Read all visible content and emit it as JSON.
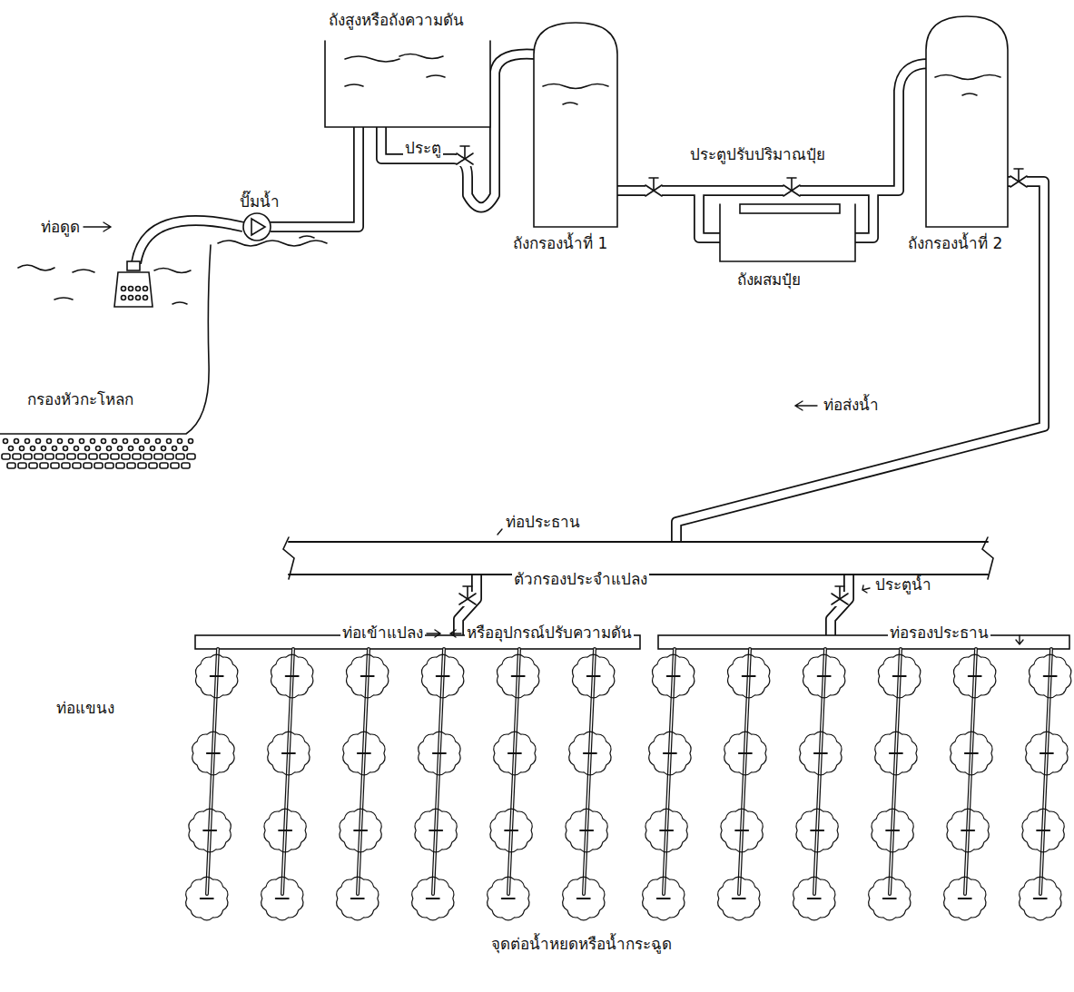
{
  "diagram": {
    "labels": [
      "ถังสูงหรือถังความดัน",
      "ปั๊มน้ำ",
      "ท่อดูด",
      "กรองหัวกะโหลก",
      "ประตู",
      "ถังกรองน้ำที่ 1",
      "ประตูปรับปริมาณปุ๋ย",
      "ถังผสมปุ๋ย",
      "ถังกรองน้ำที่ 2",
      "ท่อส่งน้ำ",
      "ท่อประธาน",
      "ตัวกรองประจำแปลง",
      "ประตูน้ำ",
      "ท่อเข้าแปลง",
      "หรืออุปกรณ์ปรับความดัน",
      "ท่อรองประธาน",
      "ท่อแขนง",
      "จุดต่อน้ำหยดหรือน้ำกระฉูด"
    ]
  }
}
